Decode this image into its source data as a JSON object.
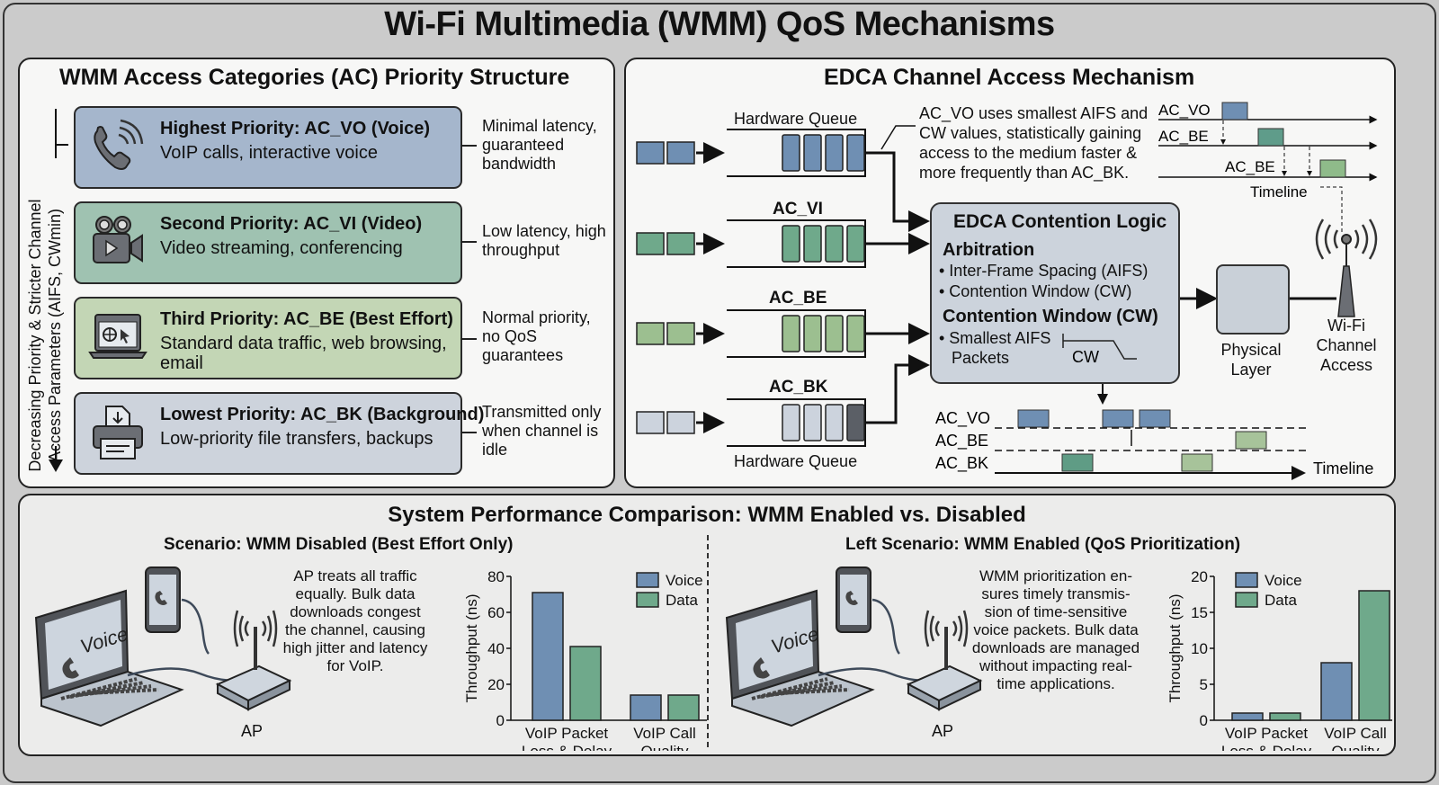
{
  "title": "Wi-Fi Multimedia (WMM) QoS Mechanisms",
  "colors": {
    "voice": "#6f8fb3",
    "video": "#6fa98b",
    "best_effort": "#9cbf90",
    "background": "#ccd3dd",
    "bk_dark": "#5b5f66"
  },
  "access_categories": {
    "title": "WMM Access Categories (AC) Priority Structure",
    "axis_label_line1": "Decreasing Priority & Stricter Channel",
    "axis_label_line2": "Access Parameters (AIFS, CWmin)",
    "items": [
      {
        "title": "Highest Priority: AC_VO (Voice)",
        "desc": "VoIP calls, interactive voice",
        "icon": "phone-icon",
        "note": "Minimal latency, guaranteed bandwidth"
      },
      {
        "title": "Second Priority: AC_VI (Video)",
        "desc": "Video streaming, conferencing",
        "icon": "video-camera-icon",
        "note": "Low latency, high throughput"
      },
      {
        "title": "Third Priority: AC_BE (Best Effort)",
        "desc": "Standard data traffic, web browsing, email",
        "icon": "laptop-browser-icon",
        "note": "Normal priority, no QoS guarantees"
      },
      {
        "title": "Lowest Priority: AC_BK (Background)",
        "desc": "Low-priority file transfers, backups",
        "icon": "printer-download-icon",
        "note": "Transmitted only when channel is idle"
      }
    ]
  },
  "edca": {
    "title": "EDCA Channel Access Mechanism",
    "hardware_queue_top": "Hardware Queue",
    "hardware_queue_bottom": "Hardware Queue",
    "queues": [
      "AC_VO",
      "AC_VI",
      "AC_BE",
      "AC_BK"
    ],
    "callout": "AC_VO uses smallest AIFS and CW values, statistically gaining access to the medium faster & more frequently than AC_BK.",
    "callout_lines": [
      "AC_VO uses smallest AIFS and",
      "CW values, statistically gaining",
      "access to the medium faster &",
      "more frequently than AC_BK."
    ],
    "mini_timeline": {
      "rows": [
        "AC_VO",
        "AC_BE",
        "AC_BE"
      ],
      "label": "Timeline"
    },
    "logic": {
      "title": "EDCA Contention Logic",
      "section1": "Arbitration",
      "bullets1": [
        "• Inter-Frame Spacing (AIFS)",
        "• Contention Window (CW)"
      ],
      "section2": "Contention Window (CW)",
      "bullet2_line1": "• Smallest AIFS",
      "bullet2_line2": "Packets",
      "cw_label": "CW"
    },
    "physical_layer": "Physical Layer",
    "physical_layer_lines": [
      "Physical",
      "Layer"
    ],
    "wifi_access_lines": [
      "Wi-Fi",
      "Channel",
      "Access"
    ],
    "timeline": {
      "rows": [
        "AC_VO",
        "AC_BE",
        "AC_BK"
      ],
      "label": "Timeline"
    }
  },
  "performance": {
    "title": "System Performance Comparison: WMM Enabled vs. Disabled",
    "scenarios": [
      {
        "title": "Scenario: WMM Disabled (Best Effort Only)",
        "screen_label": "Voice",
        "ap_label": "AP",
        "text_lines": [
          "AP treats all traffic",
          "equally. Bulk data",
          "downloads congest",
          "the channel, causing",
          "high jitter and latency",
          "for VoIP."
        ]
      },
      {
        "title": "Left Scenario: WMM Enabled (QoS Prioritization)",
        "screen_label": "Voice",
        "ap_label": "AP",
        "text_lines": [
          "WMM prioritization en-",
          "sures timely transmis-",
          "sion of time-sensitive",
          "voice packets. Bulk data",
          "downloads are managed",
          "without impacting real-",
          "time applications."
        ]
      }
    ]
  },
  "chart_data": [
    {
      "type": "bar",
      "title": "",
      "categories": [
        "VoIP Packet Loss & Delay",
        "VoIP Call Quality"
      ],
      "category_lines": [
        [
          "VoIP Packet",
          "Loss & Delay"
        ],
        [
          "VoIP Call",
          "Quality"
        ]
      ],
      "series": [
        {
          "name": "Voice",
          "values": [
            71,
            14
          ]
        },
        {
          "name": "Data",
          "values": [
            41,
            14
          ]
        }
      ],
      "xlabel": "",
      "ylabel": "Throughput (ns)",
      "ylim": [
        0,
        80
      ],
      "yticks": [
        0,
        20,
        40,
        60,
        80
      ],
      "legend": "top-right",
      "grid": false
    },
    {
      "type": "bar",
      "title": "",
      "categories": [
        "VoIP Packet Loss & Delay",
        "VoIP Call Quality"
      ],
      "category_lines": [
        [
          "VoIP Packet",
          "Loss & Delay"
        ],
        [
          "VoIP Call",
          "Quality"
        ]
      ],
      "series": [
        {
          "name": "Voice",
          "values": [
            1,
            8
          ]
        },
        {
          "name": "Data",
          "values": [
            1,
            18
          ]
        }
      ],
      "xlabel": "",
      "ylabel": "Throughput (ns)",
      "ylim": [
        0,
        20
      ],
      "yticks": [
        0,
        5,
        10,
        15,
        20
      ],
      "legend": "top-left",
      "grid": false
    }
  ]
}
